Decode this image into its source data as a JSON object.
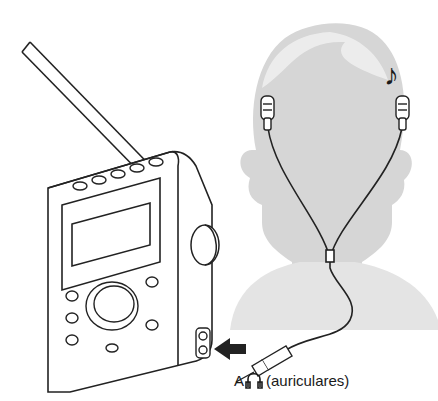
{
  "diagram": {
    "labels": [
      "A",
      "(auriculares)",
      "♪"
    ]
  }
}
